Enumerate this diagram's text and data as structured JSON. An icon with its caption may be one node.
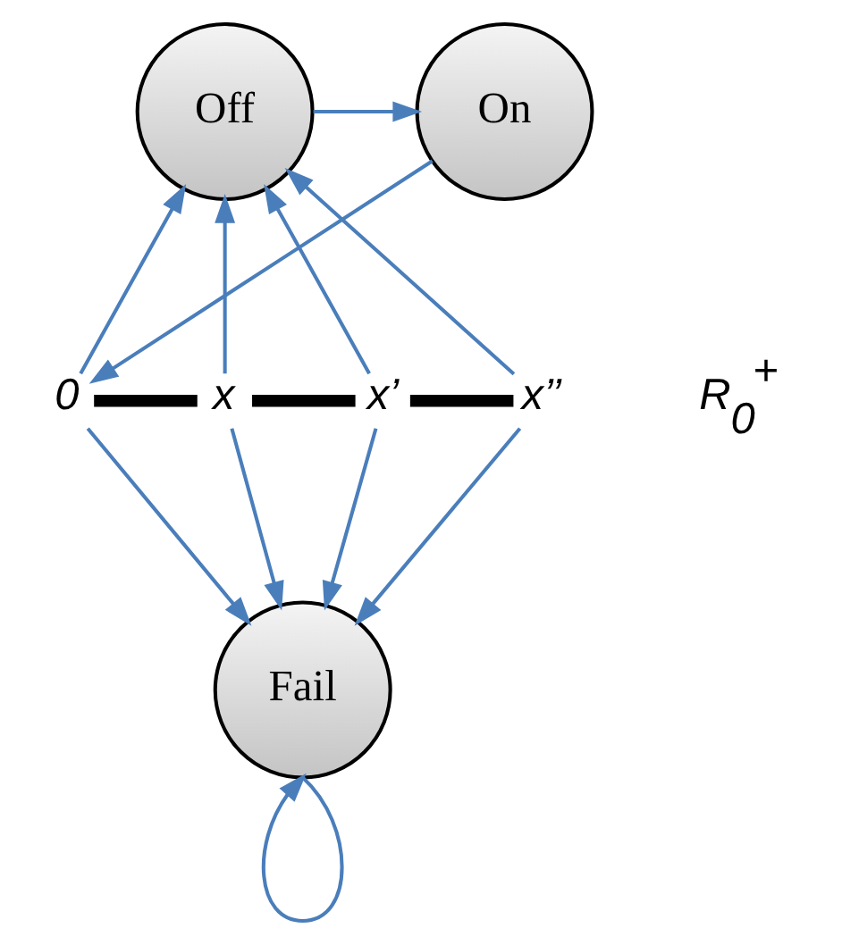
{
  "diagram": {
    "nodes": [
      {
        "text": [
          "On"
        ]
      },
      {
        "text": [
          "Off"
        ]
      },
      {
        "text": [
          "Fail"
        ]
      },
      {
        "text": [
          "0"
        ]
      },
      {
        "text": [
          "x"
        ]
      },
      {
        "text": [
          "x’"
        ]
      },
      {
        "text": [
          "x’’"
        ]
      }
    ],
    "edges": [
      {
        "from": 1,
        "to": 0,
        "arrow": "to"
      },
      {
        "from": 0,
        "to": 3,
        "arrow": "to"
      },
      {
        "from": 3,
        "to": 4,
        "arrow": "none",
        "style": "thick",
        "color": "#000000"
      },
      {
        "from": 4,
        "to": 5,
        "arrow": "none",
        "style": "thick",
        "color": "#000000"
      },
      {
        "from": 5,
        "to": 6,
        "arrow": "none",
        "style": "thick",
        "color": "#000000"
      },
      {
        "from": 3,
        "to": 1,
        "arrow": "to"
      },
      {
        "from": 4,
        "to": 1,
        "arrow": "to"
      },
      {
        "from": 5,
        "to": 1,
        "arrow": "to"
      },
      {
        "from": 6,
        "to": 1,
        "arrow": "to"
      },
      {
        "from": 3,
        "to": 2,
        "arrow": "to"
      },
      {
        "from": 4,
        "to": 2,
        "arrow": "to"
      },
      {
        "from": 5,
        "to": 2,
        "arrow": "to"
      },
      {
        "from": 6,
        "to": 2,
        "arrow": "to"
      },
      {
        "from": 2,
        "to": 2,
        "arrow": "to"
      }
    ],
    "labels": [
      "R$_{0}$$^{+}$"
    ]
  }
}
